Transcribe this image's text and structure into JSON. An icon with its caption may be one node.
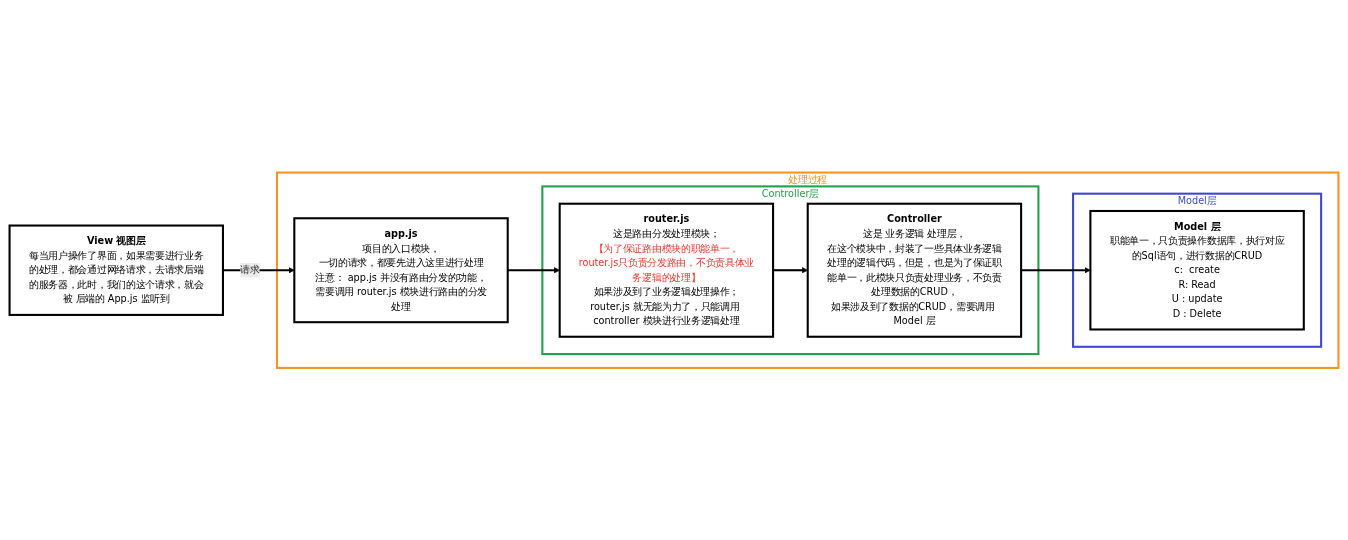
{
  "diagram": {
    "nodes": [
      {
        "text": [
          "处理过程"
        ]
      },
      {
        "text": [
          "app.js",
          "项目的入口模块，",
          "一切的请求，都要先进入这里进行处理",
          "注意： app.js 并没有路由分发的功能，需要调用 router.js 模块进行路由的分发处理"
        ],
        "in": 0
      },
      {
        "text": [
          "Controller层"
        ],
        "in": 0
      },
      {
        "text": [
          "router.js",
          "这是路由分发处理模块；",
          "【为了保证路由模块的职能单一，router.js只负责分发路由，不负责具体业务逻辑的处理】",
          "如果涉及到了业务逻辑处理操作；router.js 就无能为力了，只能调用 controller 模块进行业务逻辑处理"
        ],
        "in": 2
      },
      {
        "text": [
          "Controller",
          "这是 业务逻辑 处理层，",
          "在这个模块中，封装了一些具体业务逻辑处理的逻辑代码，但是，也是为了保证职能单一，此模块只负责处理业务，不负责处理数据的CRUD，",
          "如果涉及到了数据的CRUD，需要调用 Model 层"
        ],
        "in": 2
      },
      {
        "text": [
          "Model层"
        ],
        "in": 0
      },
      {
        "text": [
          "Model 层",
          "职能单一，只负责操作数据库，执行对应的Sql语句，进行数据的CRUD",
          "c:  create",
          "R: Read",
          "U : update",
          "D : Delete"
        ],
        "in": 5
      },
      {
        "text": [
          "View 视图层",
          "每当用户操作了界面，如果需要进行业务的处理，都会通过网络请求，去请求后端的服务器，此时，我们的这个请求，就会被 后端的 App.js 监听到"
        ]
      }
    ],
    "edges": [
      {
        "from": 7,
        "to": 1,
        "arrow": "to",
        "label": "请求"
      },
      {
        "from": 1,
        "to": 3,
        "arrow": "to"
      },
      {
        "from": 3,
        "to": 4,
        "arrow": "to"
      },
      {
        "from": 4,
        "to": 6,
        "arrow": "to"
      }
    ]
  }
}
